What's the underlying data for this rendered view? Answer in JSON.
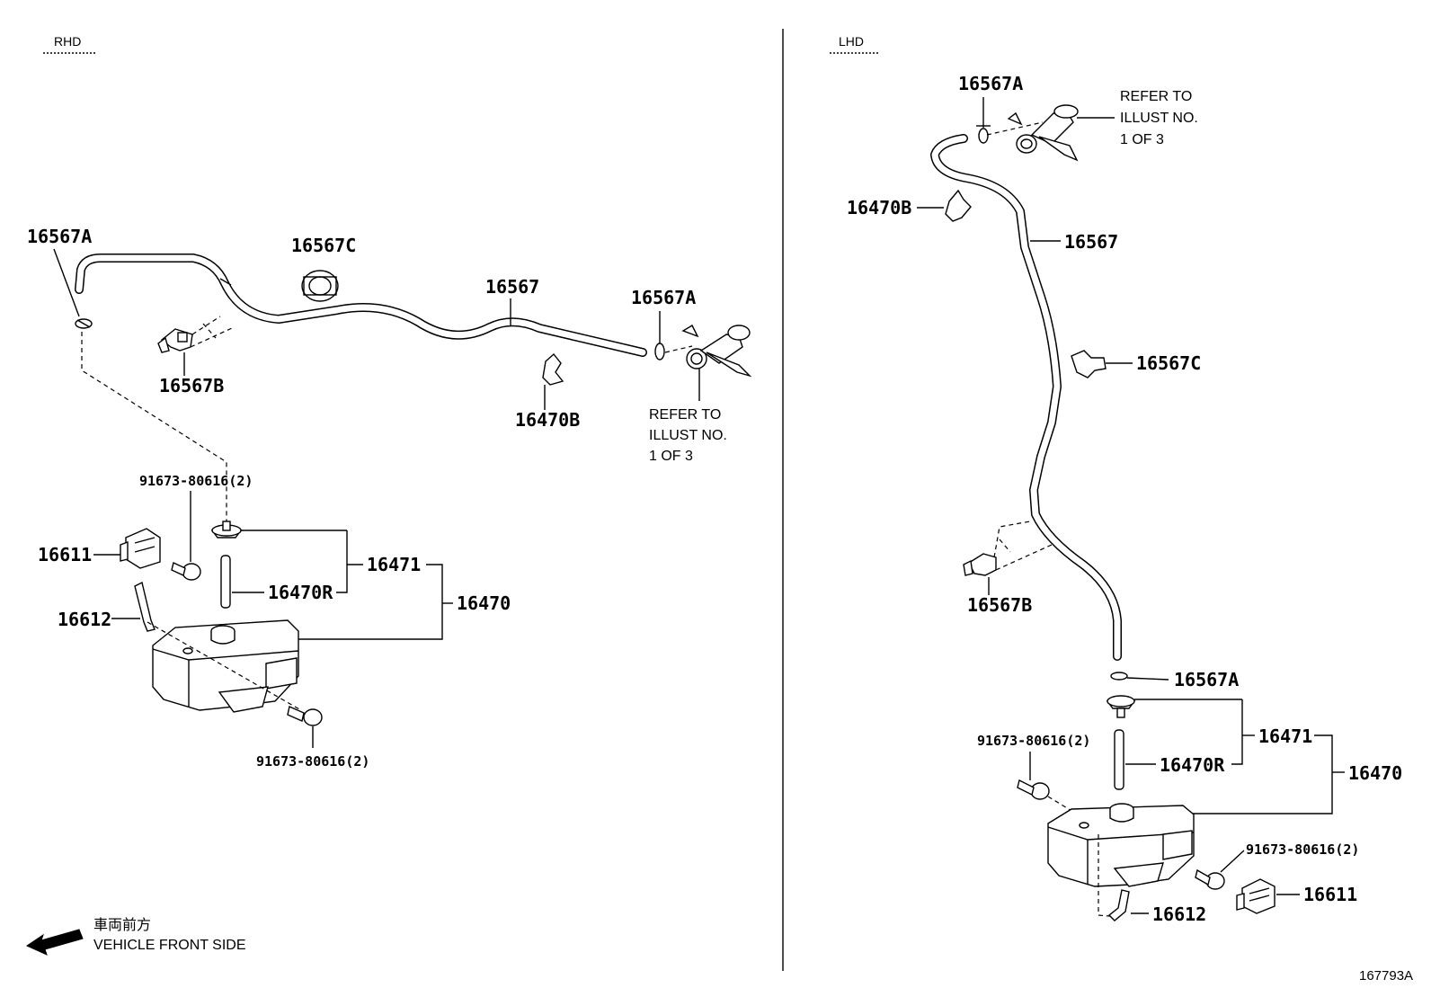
{
  "panels": {
    "rhd": {
      "label": "RHD"
    },
    "lhd": {
      "label": "LHD"
    }
  },
  "rhd_labels": {
    "clamp_a_left": "16567A",
    "grommet_c": "16567C",
    "hose": "16567",
    "clamp_a_right": "16567A",
    "clamp_b": "16567B",
    "clamp_470b": "16470B",
    "refer_1": "REFER TO",
    "refer_2": "ILLUST NO.",
    "refer_3": "1 OF 3",
    "bolt_top": "91673-80616(2)",
    "bracket_611": "16611",
    "tube_470r": "16470R",
    "cap_471": "16471",
    "tank_470": "16470",
    "stay_612": "16612",
    "bolt_bottom": "91673-80616(2)"
  },
  "lhd_labels": {
    "clamp_a_top": "16567A",
    "refer_1": "REFER TO",
    "refer_2": "ILLUST NO.",
    "refer_3": "1 OF 3",
    "clamp_470b": "16470B",
    "hose": "16567",
    "grommet_c": "16567C",
    "clamp_b": "16567B",
    "clamp_a_bottom": "16567A",
    "cap_471": "16471",
    "bolt_left": "91673-80616(2)",
    "tube_470r": "16470R",
    "tank_470": "16470",
    "bolt_right": "91673-80616(2)",
    "bracket_611": "16611",
    "stay_612": "16612"
  },
  "footer": {
    "front_jp": "車両前方",
    "front_en": "VEHICLE FRONT SIDE",
    "figure_id": "167793A"
  }
}
